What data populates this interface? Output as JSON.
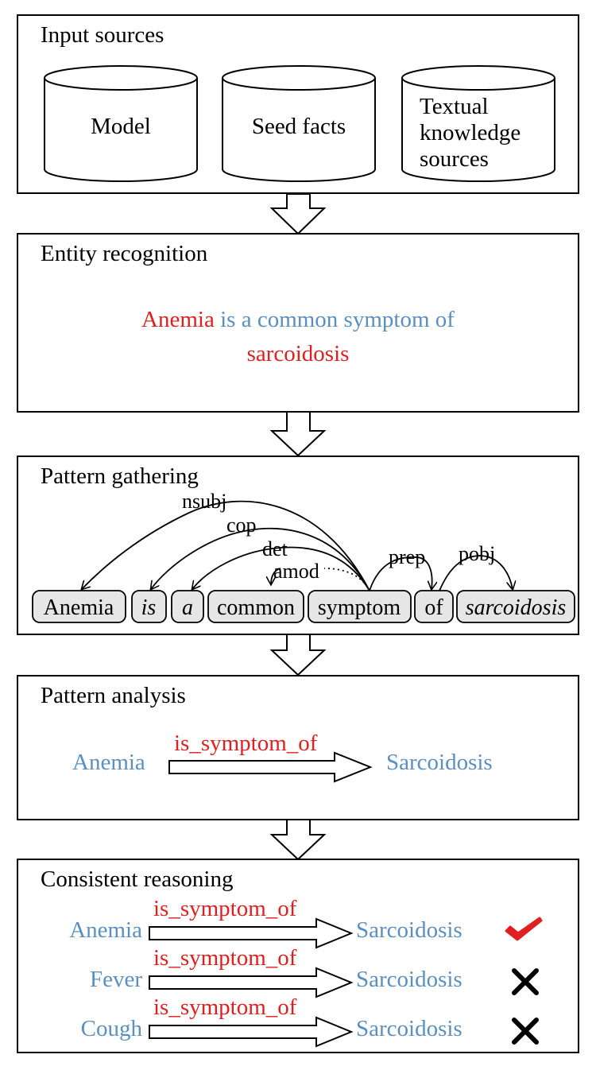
{
  "input_sources": {
    "title": "Input sources",
    "sources": [
      {
        "lines": [
          "Model"
        ]
      },
      {
        "lines": [
          "Seed facts"
        ]
      },
      {
        "lines": [
          "Textual",
          "knowledge",
          "sources"
        ]
      }
    ]
  },
  "entity_recognition": {
    "title": "Entity recognition",
    "entity1": "Anemia",
    "middle": "is a common symptom of",
    "entity2": "sarcoidosis"
  },
  "pattern_gathering": {
    "title": "Pattern gathering",
    "tokens": [
      "Anemia",
      "is",
      "a",
      "common",
      "symptom",
      "of",
      "sarcoidosis"
    ],
    "dependencies": [
      "nsubj",
      "cop",
      "det",
      "amod",
      "prep",
      "pobj"
    ]
  },
  "pattern_analysis": {
    "title": "Pattern analysis",
    "subject": "Anemia",
    "relation": "is_symptom_of",
    "object": "Sarcoidosis"
  },
  "consistent_reasoning": {
    "title": "Consistent reasoning",
    "rows": [
      {
        "subject": "Anemia",
        "relation": "is_symptom_of",
        "object": "Sarcoidosis",
        "verdict": "check-icon"
      },
      {
        "subject": "Fever",
        "relation": "is_symptom_of",
        "object": "Sarcoidosis",
        "verdict": "cross-icon"
      },
      {
        "subject": "Cough",
        "relation": "is_symptom_of",
        "object": "Sarcoidosis",
        "verdict": "cross-icon"
      }
    ]
  },
  "colors": {
    "entity_red": "#e02020",
    "concept_blue": "#5b8fc0",
    "token_fill": "#e6e6e6"
  }
}
